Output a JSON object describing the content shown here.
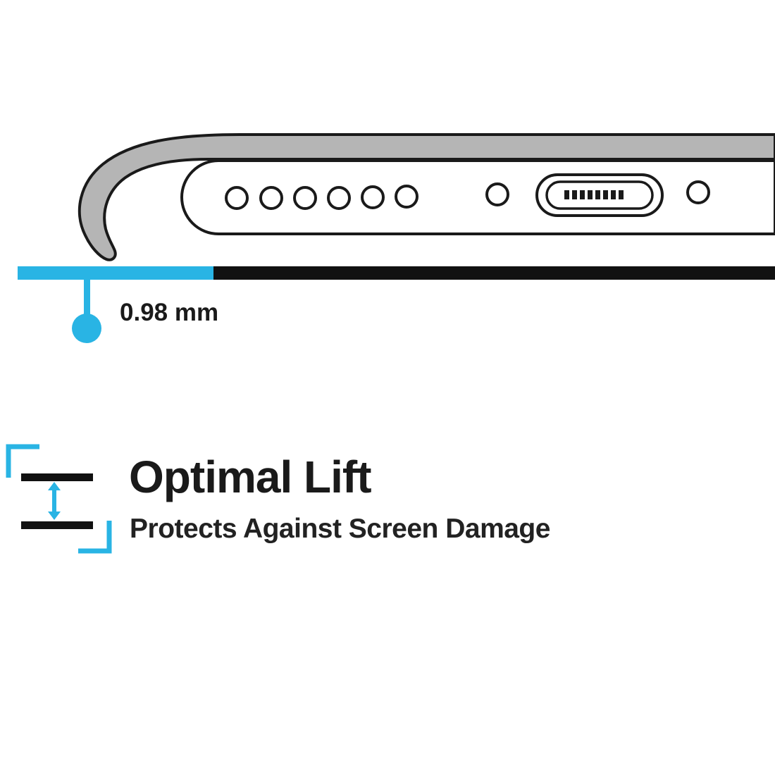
{
  "illustration": {
    "description": "phone-bottom-edge-in-case-cross-section",
    "measurement_label": "0.98 mm"
  },
  "feature": {
    "title": "Optimal Lift",
    "subtitle": "Protects Against Screen Damage"
  },
  "colors": {
    "accent": "#29b4e4",
    "ink": "#111111",
    "case_gray": "#b5b5b5",
    "outline": "#1a1a1a",
    "white": "#ffffff"
  }
}
